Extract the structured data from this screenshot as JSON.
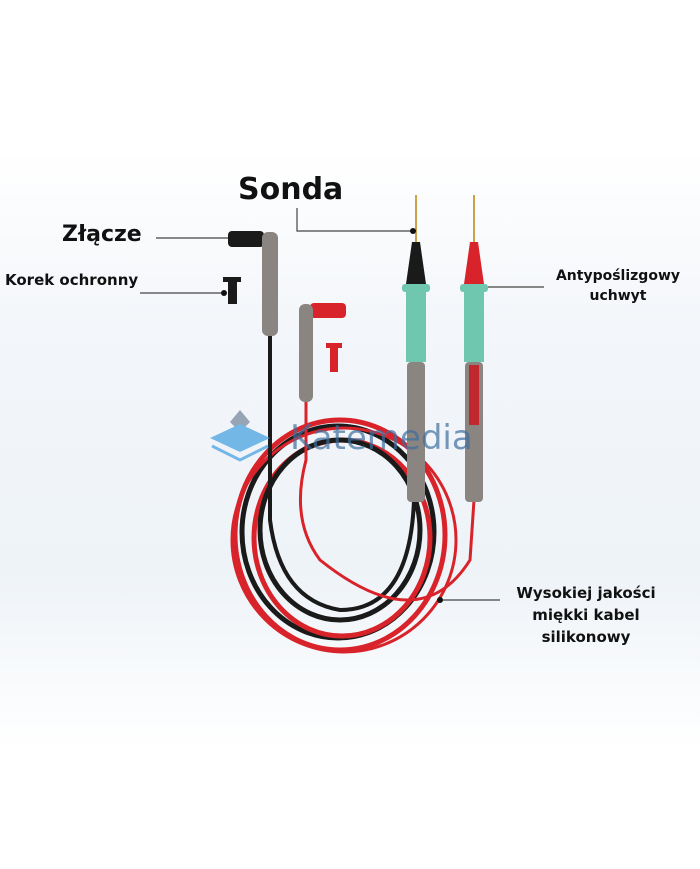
{
  "labels": {
    "probe": "Sonda",
    "connector": "Złącze",
    "protective_cap": "Korek ochronny",
    "grip_line1": "Antypoślizgowy",
    "grip_line2": "uchwyt",
    "cable_line1": "Wysokiej jakości",
    "cable_line2": "miękki kabel",
    "cable_line3": "silikonowy"
  },
  "watermark": {
    "text": "Katemedia",
    "color": "#3d6e9e"
  },
  "colors": {
    "red_lead": "#d9232a",
    "black_lead": "#1a1a1a",
    "grip": "#6fc7b0",
    "handle": "#8a8580",
    "tip": "#c9a24a"
  }
}
